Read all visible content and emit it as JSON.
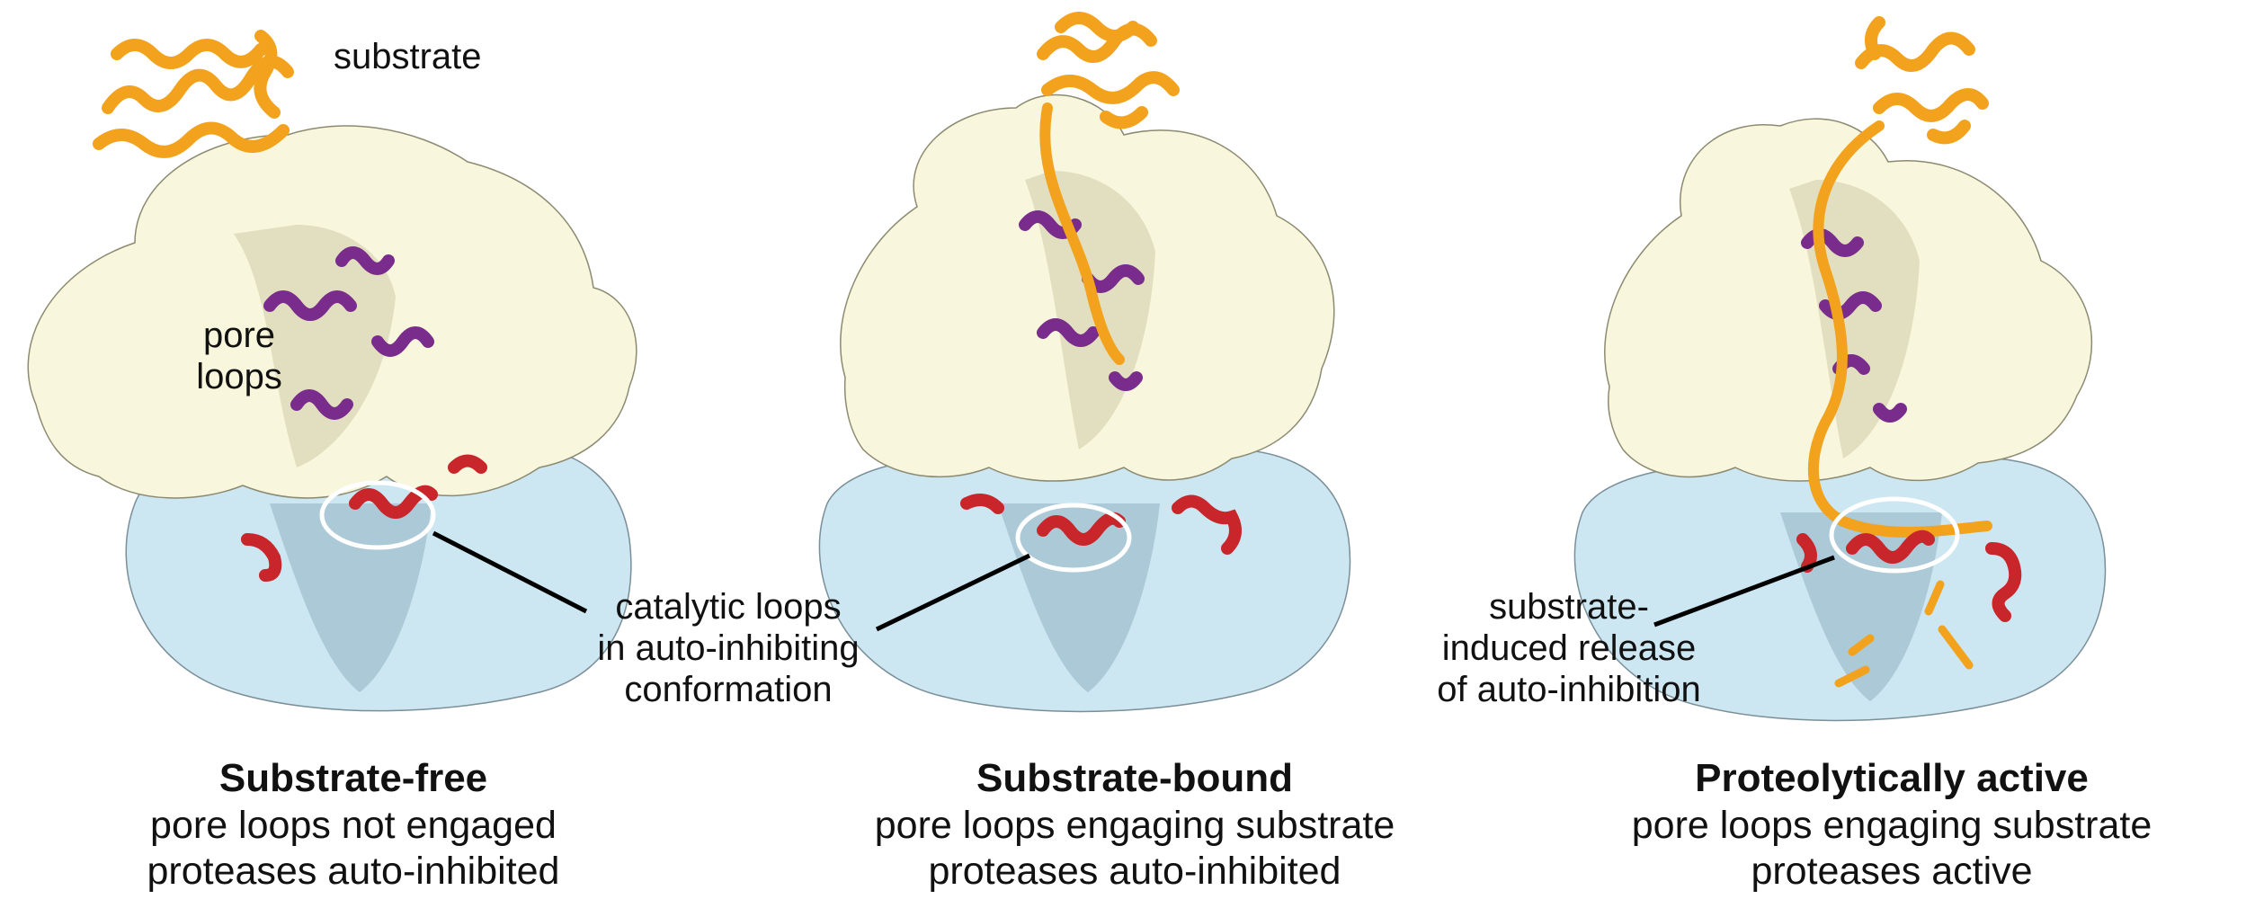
{
  "labels": {
    "substrate": "substrate",
    "pore_loops_1": "pore",
    "pore_loops_2": "loops",
    "catalytic_1": "catalytic loops",
    "catalytic_2": "in auto-inhibiting",
    "catalytic_3": "conformation",
    "release_1": "substrate-",
    "release_2": "induced release",
    "release_3": "of auto-inhibition"
  },
  "panels": [
    {
      "title": "Substrate-free",
      "line1": "pore loops not engaged",
      "line2": "proteases auto-inhibited"
    },
    {
      "title": "Substrate-bound",
      "line1": "pore loops engaging substrate",
      "line2": "proteases auto-inhibited"
    },
    {
      "title": "Proteolytically active",
      "line1": "pore loops engaging substrate",
      "line2": "proteases active"
    }
  ],
  "colors": {
    "upper_domain": "#f8f6dc",
    "lower_domain": "#cce6f2",
    "pore_loop": "#7a2c8c",
    "catalytic_loop": "#c8262a",
    "substrate": "#f2a21c"
  }
}
